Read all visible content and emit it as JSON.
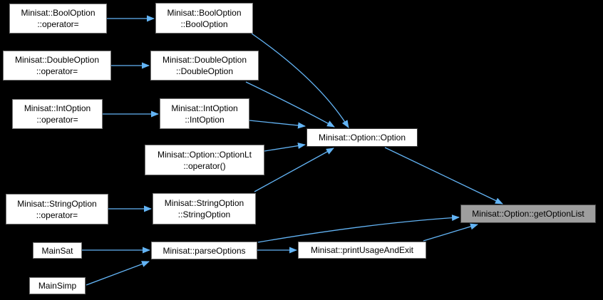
{
  "diagram": {
    "colors": {
      "bg": "#000000",
      "arrow": "#63b4f5",
      "node_fill": "#ffffff",
      "node_border": "#737373",
      "node_text": "#000000",
      "focus_fill": "#9e9e9e",
      "focus_border": "#444444",
      "center_border": "#3d3d3d"
    },
    "nodes": [
      {
        "label": "Minisat::BoolOption\n::operator="
      },
      {
        "label": "Minisat::BoolOption\n::BoolOption"
      },
      {
        "label": "Minisat::DoubleOption\n::operator="
      },
      {
        "label": "Minisat::DoubleOption\n::DoubleOption"
      },
      {
        "label": "Minisat::IntOption\n::operator="
      },
      {
        "label": "Minisat::IntOption\n::IntOption"
      },
      {
        "label": "Minisat::Option::OptionLt\n::operator()"
      },
      {
        "label": "Minisat::StringOption\n::operator="
      },
      {
        "label": "Minisat::StringOption\n::StringOption"
      },
      {
        "label": "MainSat"
      },
      {
        "label": "Minisat::parseOptions"
      },
      {
        "label": "MainSimp"
      },
      {
        "label": "Minisat::Option::Option"
      },
      {
        "label": "Minisat::Option::getOptionList"
      },
      {
        "label": "Minisat::printUsageAndExit"
      }
    ],
    "edges": [
      {
        "from": "Minisat::BoolOption::operator=",
        "to": "Minisat::BoolOption::BoolOption"
      },
      {
        "from": "Minisat::DoubleOption::operator=",
        "to": "Minisat::DoubleOption::DoubleOption"
      },
      {
        "from": "Minisat::IntOption::operator=",
        "to": "Minisat::IntOption::IntOption"
      },
      {
        "from": "Minisat::StringOption::operator=",
        "to": "Minisat::StringOption::StringOption"
      },
      {
        "from": "MainSat",
        "to": "Minisat::parseOptions"
      },
      {
        "from": "MainSimp",
        "to": "Minisat::parseOptions"
      },
      {
        "from": "Minisat::BoolOption::BoolOption",
        "to": "Minisat::Option::Option"
      },
      {
        "from": "Minisat::DoubleOption::DoubleOption",
        "to": "Minisat::Option::Option"
      },
      {
        "from": "Minisat::IntOption::IntOption",
        "to": "Minisat::Option::Option"
      },
      {
        "from": "Minisat::Option::OptionLt::operator()",
        "to": "Minisat::Option::Option"
      },
      {
        "from": "Minisat::StringOption::StringOption",
        "to": "Minisat::Option::Option"
      },
      {
        "from": "Minisat::Option::Option",
        "to": "Minisat::Option::getOptionList"
      },
      {
        "from": "Minisat::parseOptions",
        "to": "Minisat::Option::getOptionList"
      },
      {
        "from": "Minisat::printUsageAndExit",
        "to": "Minisat::Option::getOptionList"
      },
      {
        "from": "Minisat::parseOptions",
        "to": "Minisat::printUsageAndExit"
      }
    ]
  }
}
